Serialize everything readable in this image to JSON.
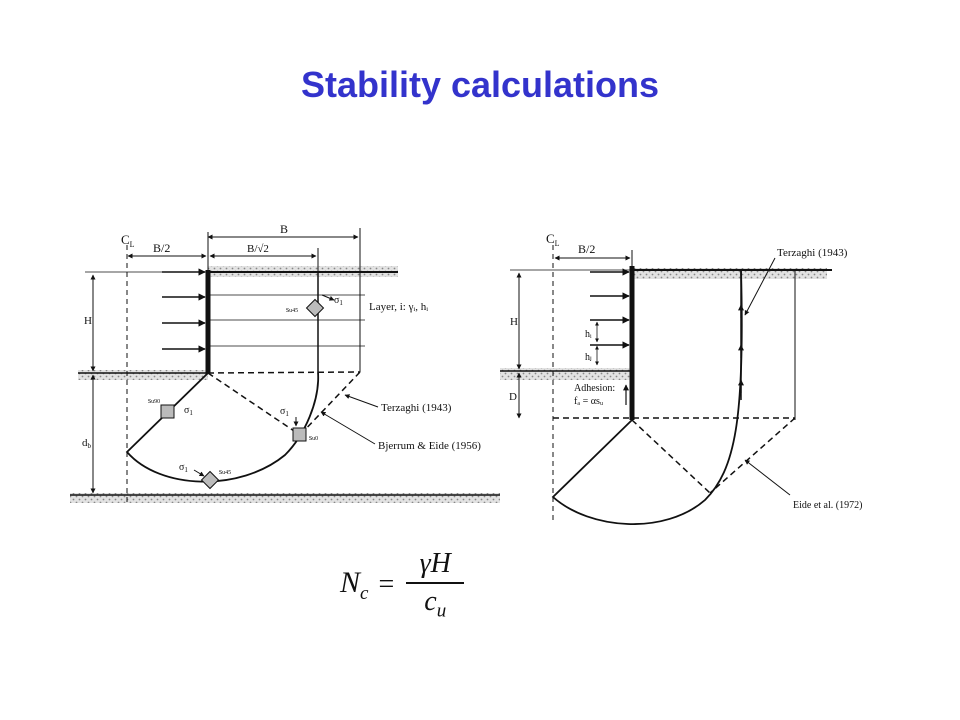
{
  "slide": {
    "title": "Stability calculations",
    "title_color": "#3333CC"
  },
  "left_figure": {
    "centerline": "C",
    "centerline_sub": "L",
    "half_width": "B/2",
    "width": "B",
    "width_root": "B/√2",
    "height": "H",
    "depth": "d",
    "depth_sub": "b",
    "layer": "Layer, i: γᵢ, hᵢ",
    "su45_top": "s",
    "su45_top_sub": "u45",
    "su90": "s",
    "su90_sub": "u90",
    "su0": "s",
    "su0_sub": "u0",
    "su45_bottom": "s",
    "su45_bottom_sub": "u45",
    "sigma1": "σ",
    "sigma1_sub": "1",
    "terzaghi": "Terzaghi (1943)",
    "bjerrum": "Bjerrum & Eide (1956)"
  },
  "right_figure": {
    "centerline": "C",
    "centerline_sub": "L",
    "half_width": "B/2",
    "terzaghi": "Terzaghi (1943)",
    "height": "H",
    "h_i": "hᵢ",
    "h_j": "hⱼ",
    "depth": "D",
    "adhesion": "Adhesion:",
    "adhesion_formula": "fₐ = αsᵤ",
    "eide": "Eide et al. (1972)"
  },
  "formula": {
    "lhs": "N",
    "lhs_sub": "c",
    "equals": "=",
    "numerator": "γH",
    "denominator": "c",
    "denominator_sub": "u"
  }
}
